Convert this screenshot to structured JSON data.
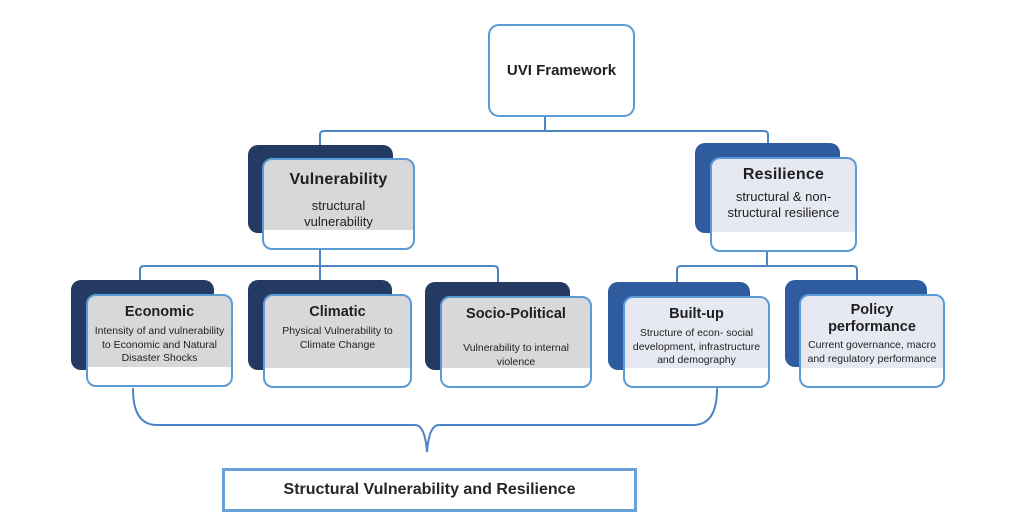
{
  "diagram_title": "UVI Framework",
  "nodes": {
    "root": {
      "label": "UVI Framework"
    },
    "vulnerability": {
      "title": "Vulnerability",
      "subtitle": "structural vulnerability"
    },
    "resilience": {
      "title": "Resilience",
      "subtitle": "structural & non-structural resilience"
    },
    "economic": {
      "title": "Economic",
      "desc": "Intensity of and vulnerability to Economic and Natural Disaster Shocks"
    },
    "climatic": {
      "title": "Climatic",
      "desc": "Physical Vulnerability to Climate Change"
    },
    "socio_political": {
      "title": "Socio-Political",
      "desc": "Vulnerability to internal violence"
    },
    "built_up": {
      "title": "Built-up",
      "desc": "Structure of econ- social development, infrastructure and demography"
    },
    "policy_performance": {
      "title": "Policy performance",
      "desc": "Current governance, macro and regulatory performance"
    }
  },
  "footer": {
    "label": "Structural Vulnerability and Resilience"
  },
  "colors": {
    "dark_navy_shadow": "#243a63",
    "medium_blue_shadow": "#2e5c9e",
    "card_border_blue": "#5b9bd5",
    "connector_blue": "#4d85c4",
    "gray_fill": "#d8d8db",
    "lavender_fill": "#e7e9f2",
    "text": "#1f1f1f"
  }
}
